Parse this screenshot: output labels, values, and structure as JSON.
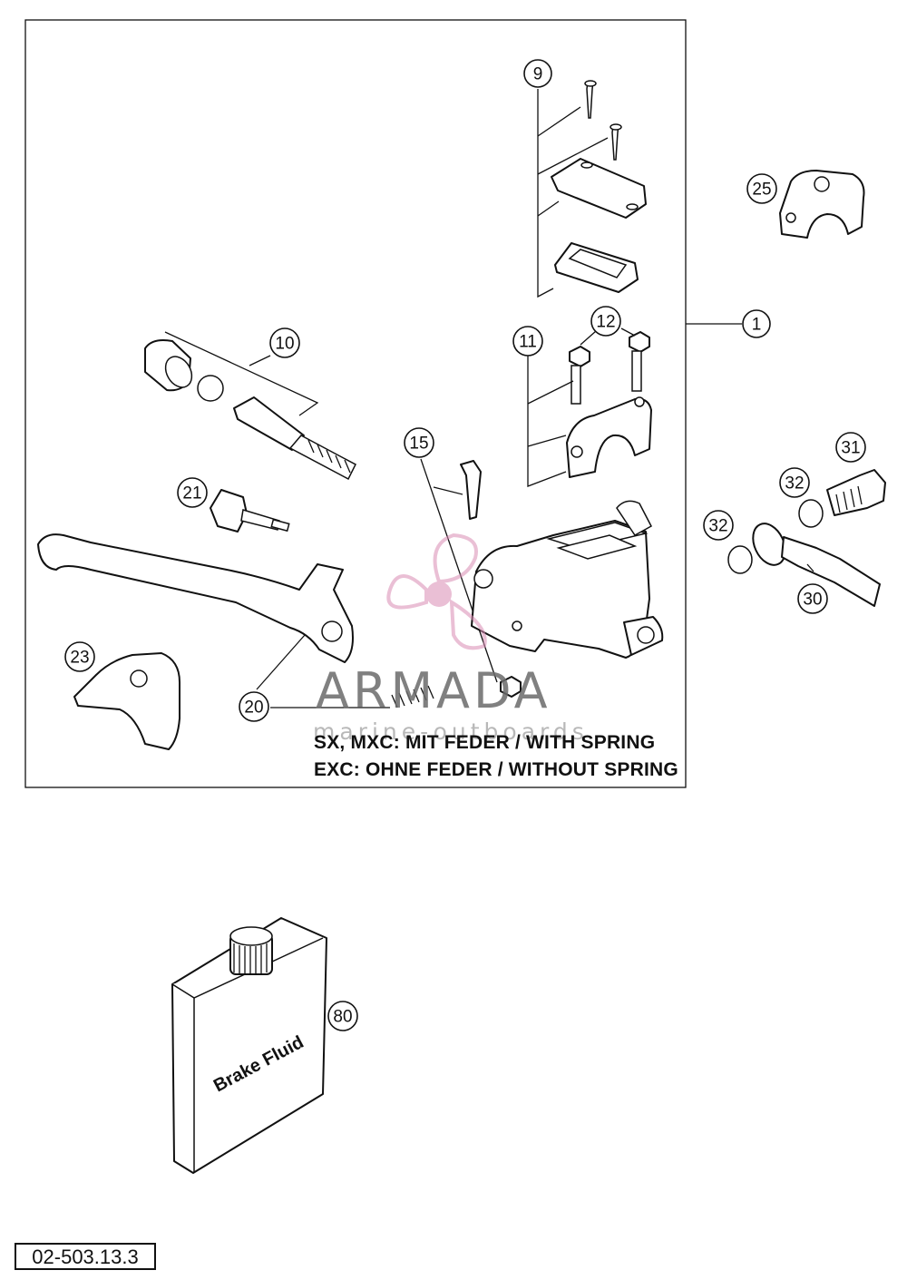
{
  "callouts": {
    "c1": "1",
    "c9": "9",
    "c10": "10",
    "c11": "11",
    "c12": "12",
    "c15": "15",
    "c20": "20",
    "c21": "21",
    "c23": "23",
    "c25": "25",
    "c30": "30",
    "c31": "31",
    "c32a": "32",
    "c32b": "32",
    "c80": "80"
  },
  "notes": {
    "line1": "SX, MXC: MIT FEDER / WITH SPRING",
    "line2": "EXC: OHNE FEDER / WITHOUT SPRING"
  },
  "watermark": {
    "brand": "ARMADA",
    "tagline": "marine-outboards",
    "color": "#d98cb3"
  },
  "bottle": {
    "label": "Brake Fluid"
  },
  "document": {
    "number": "02-503.13.3"
  }
}
